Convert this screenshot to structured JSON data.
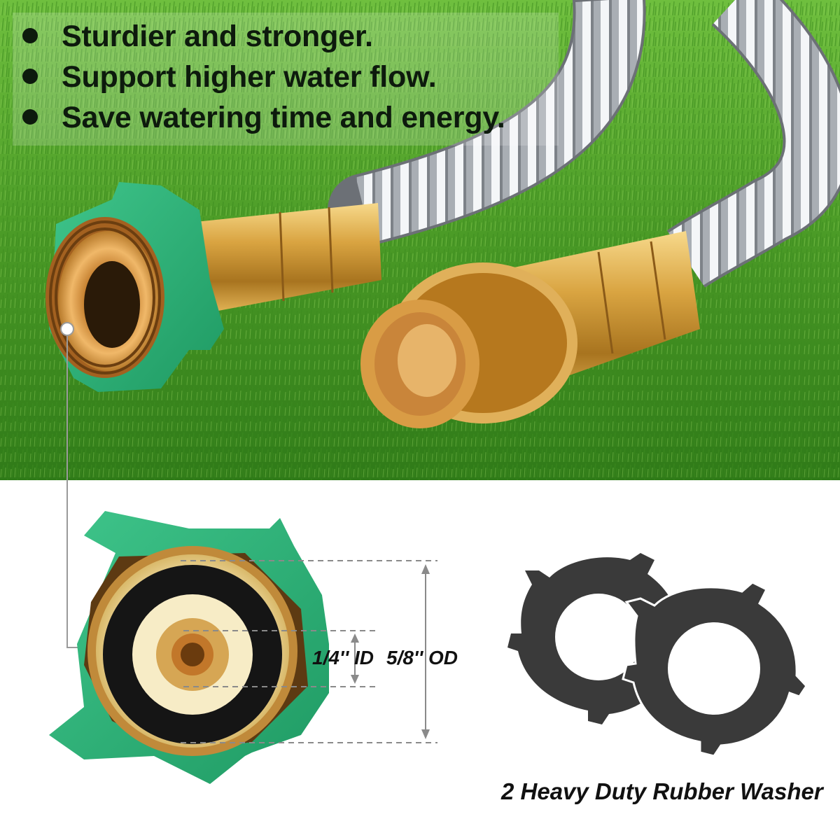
{
  "bullets": [
    "Sturdier and stronger.",
    "Support higher water flow.",
    "Save watering time and energy."
  ],
  "dimensions": {
    "inner": "1/4'' ID",
    "outer": "5/8'' OD"
  },
  "washer_caption": "2 Heavy Duty Rubber Washer",
  "colors": {
    "grass": "#4f9a2a",
    "coupling_green": "#2fb27a",
    "brass": "#d9a441",
    "washer": "#3a3a3a"
  }
}
